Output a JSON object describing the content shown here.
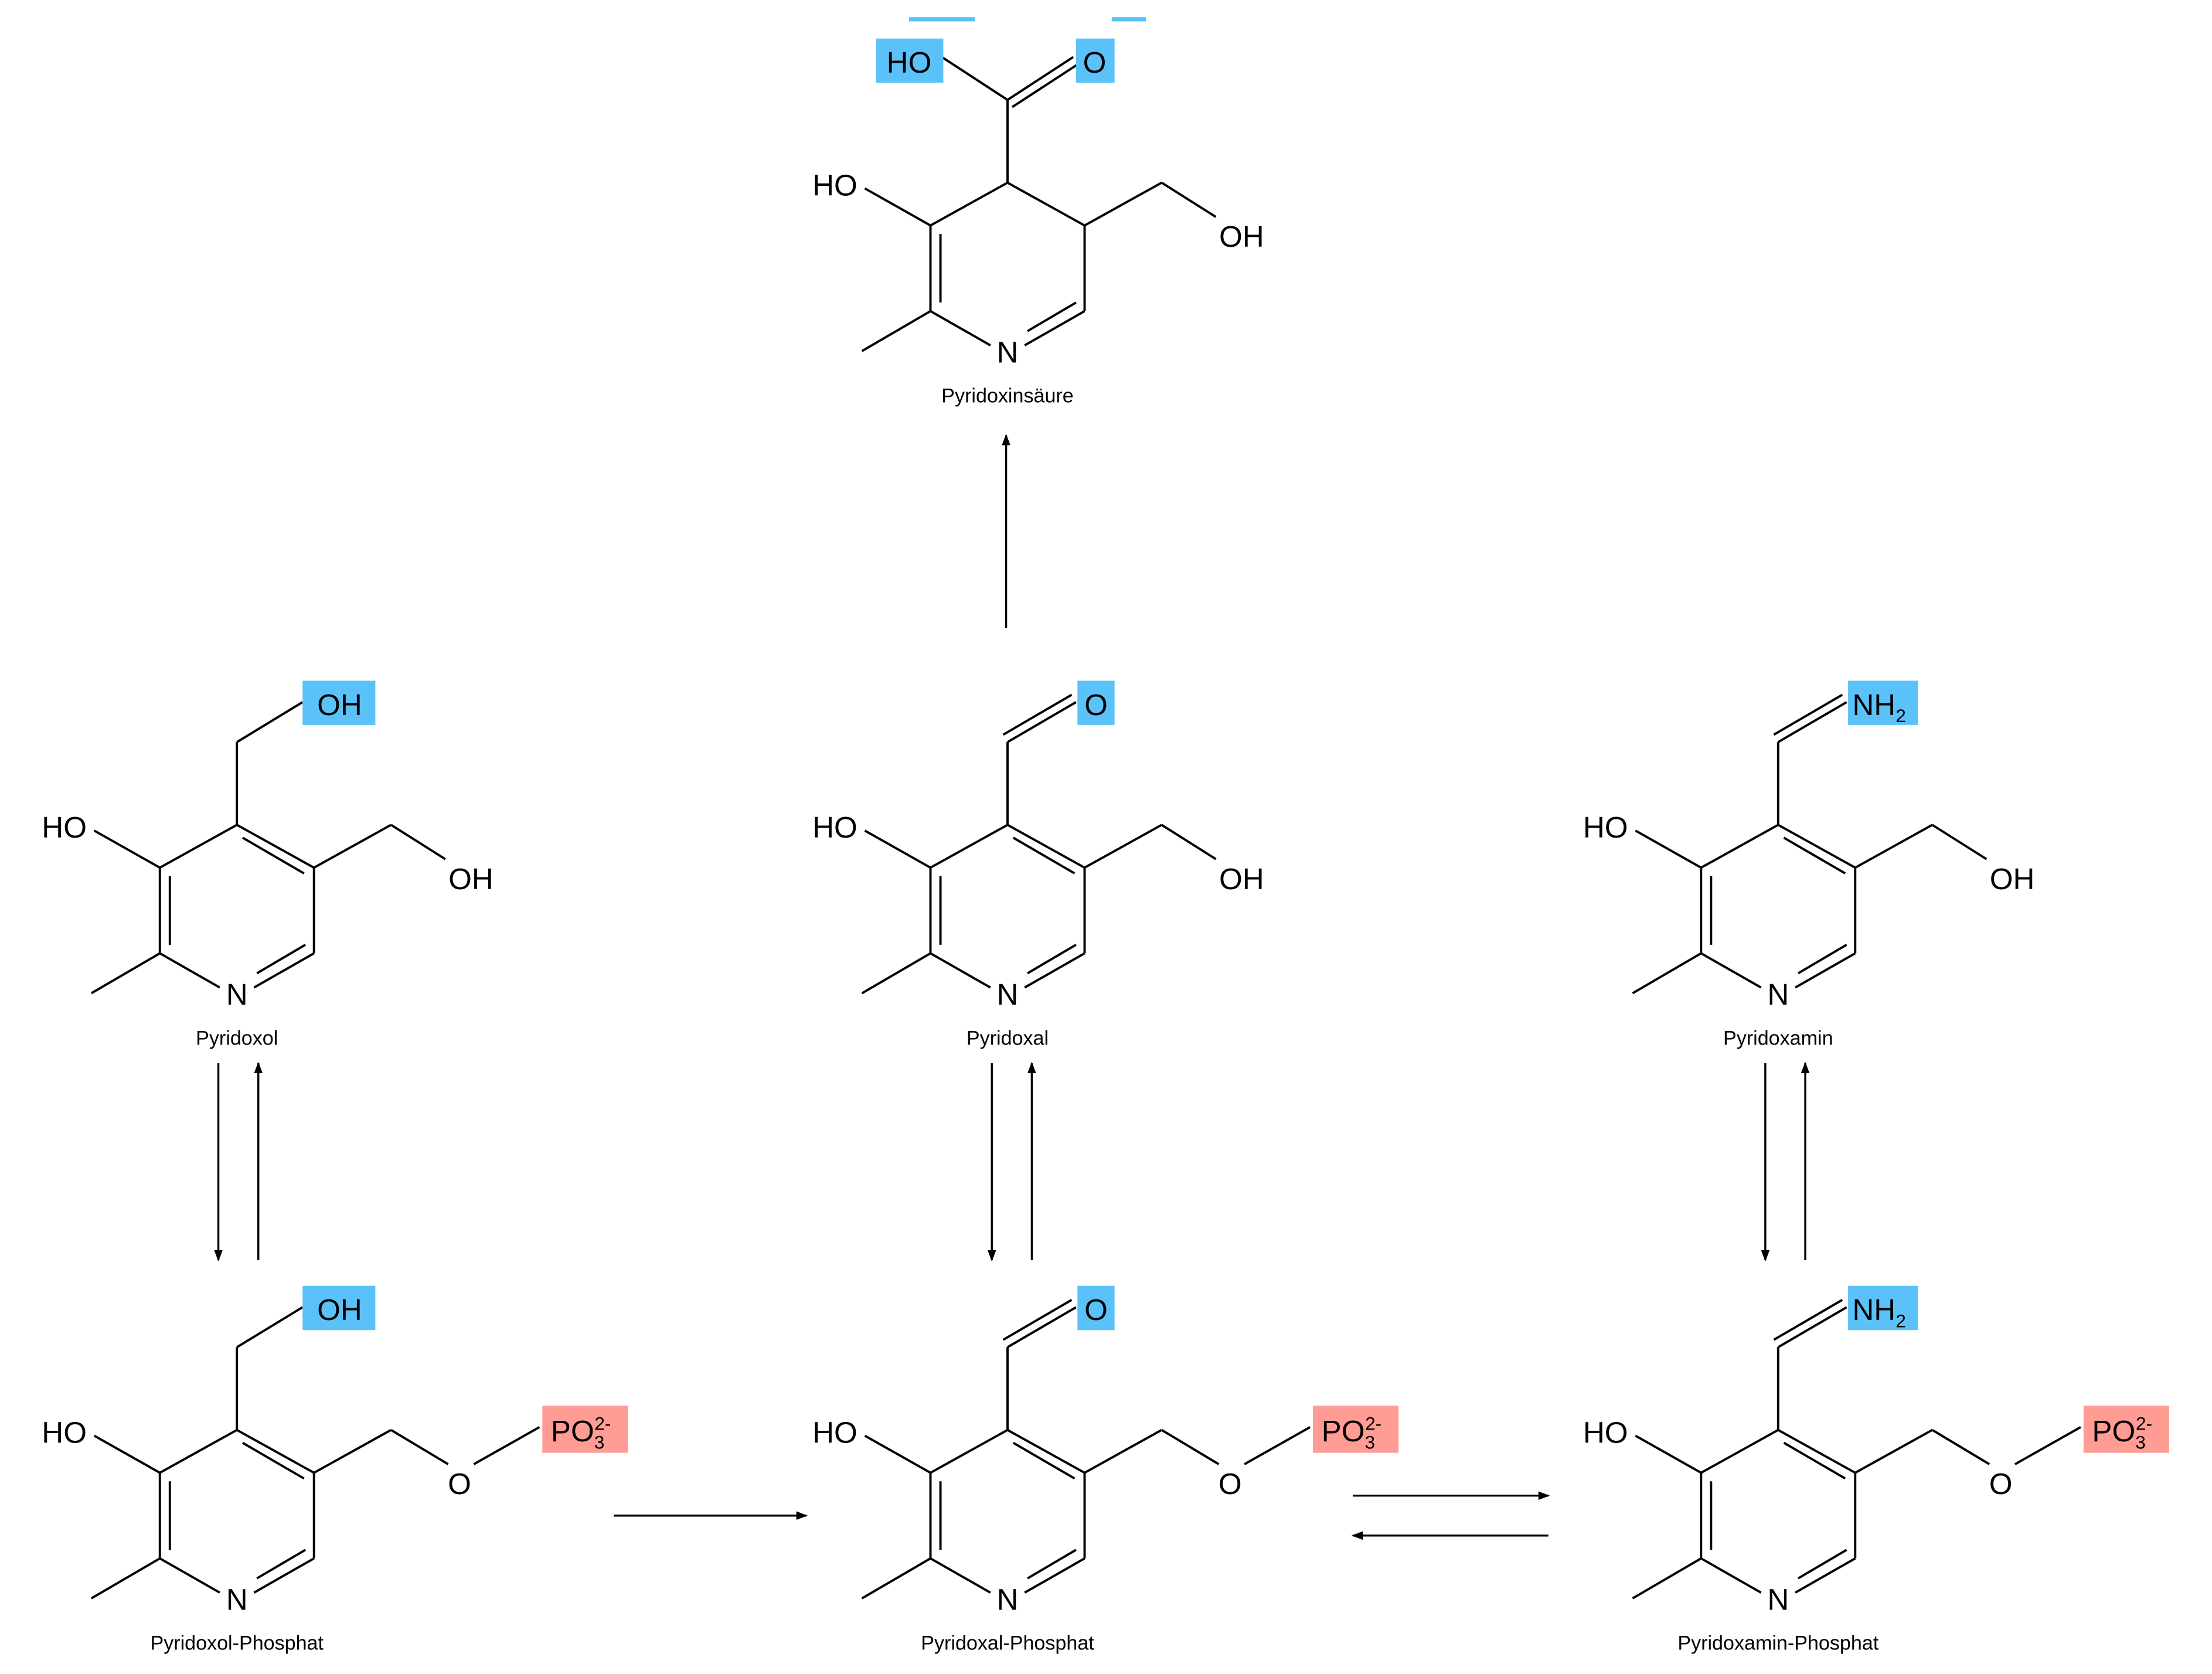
{
  "colors": {
    "highlight_blue": "#5BC2F9",
    "highlight_red": "#FF9C94",
    "ink": "#000000"
  },
  "molecules": [
    {
      "id": "pyridoxinsaeure",
      "name": "Pyridoxinsäure",
      "top": "carboxyl",
      "bottom": "ch2oh",
      "ring": "dihydro",
      "labels": {
        "ho": "HO",
        "n": "N",
        "side": "OH",
        "top_a": "HO",
        "top_b": "O"
      }
    },
    {
      "id": "pyridoxol",
      "name": "Pyridoxol",
      "top": "ch2oh",
      "bottom": "ch2oh",
      "ring": "aromatic",
      "labels": {
        "ho": "HO",
        "n": "N",
        "side": "OH",
        "top_a": "OH"
      }
    },
    {
      "id": "pyridoxal",
      "name": "Pyridoxal",
      "top": "aldehyde",
      "bottom": "ch2oh",
      "ring": "aromatic",
      "labels": {
        "ho": "HO",
        "n": "N",
        "side": "OH",
        "top_a": "O"
      }
    },
    {
      "id": "pyridoxamin",
      "name": "Pyridoxamin",
      "top": "imine",
      "bottom": "ch2oh",
      "ring": "aromatic",
      "labels": {
        "ho": "HO",
        "n": "N",
        "side": "OH",
        "top_a": "NH",
        "top_sub": "2"
      }
    },
    {
      "id": "pyridoxol-phosphat",
      "name": "Pyridoxol-Phosphat",
      "top": "ch2oh",
      "bottom": "phosphate",
      "ring": "aromatic",
      "labels": {
        "ho": "HO",
        "n": "N",
        "side": "O",
        "top_a": "OH",
        "po": "PO",
        "po_sub": "3",
        "po_sup": "2-"
      }
    },
    {
      "id": "pyridoxal-phosphat",
      "name": "Pyridoxal-Phosphat",
      "top": "aldehyde",
      "bottom": "phosphate",
      "ring": "aromatic",
      "labels": {
        "ho": "HO",
        "n": "N",
        "side": "O",
        "top_a": "O",
        "po": "PO",
        "po_sub": "3",
        "po_sup": "2-"
      }
    },
    {
      "id": "pyridoxamin-phosphat",
      "name": "Pyridoxamin-Phosphat",
      "top": "imine",
      "bottom": "phosphate",
      "ring": "aromatic",
      "labels": {
        "ho": "HO",
        "n": "N",
        "side": "O",
        "top_a": "NH",
        "top_sub": "2",
        "po": "PO",
        "po_sub": "3",
        "po_sup": "2-"
      }
    }
  ],
  "reactions": [
    {
      "from": "pyridoxal",
      "to": "pyridoxinsaeure",
      "kind": "irreversible"
    },
    {
      "from": "pyridoxol",
      "to": "pyridoxol-phosphat",
      "kind": "reversible"
    },
    {
      "from": "pyridoxal",
      "to": "pyridoxal-phosphat",
      "kind": "reversible"
    },
    {
      "from": "pyridoxamin",
      "to": "pyridoxamin-phosphat",
      "kind": "reversible"
    },
    {
      "from": "pyridoxol-phosphat",
      "to": "pyridoxal-phosphat",
      "kind": "irreversible"
    },
    {
      "from": "pyridoxal-phosphat",
      "to": "pyridoxamin-phosphat",
      "kind": "reversible"
    }
  ]
}
